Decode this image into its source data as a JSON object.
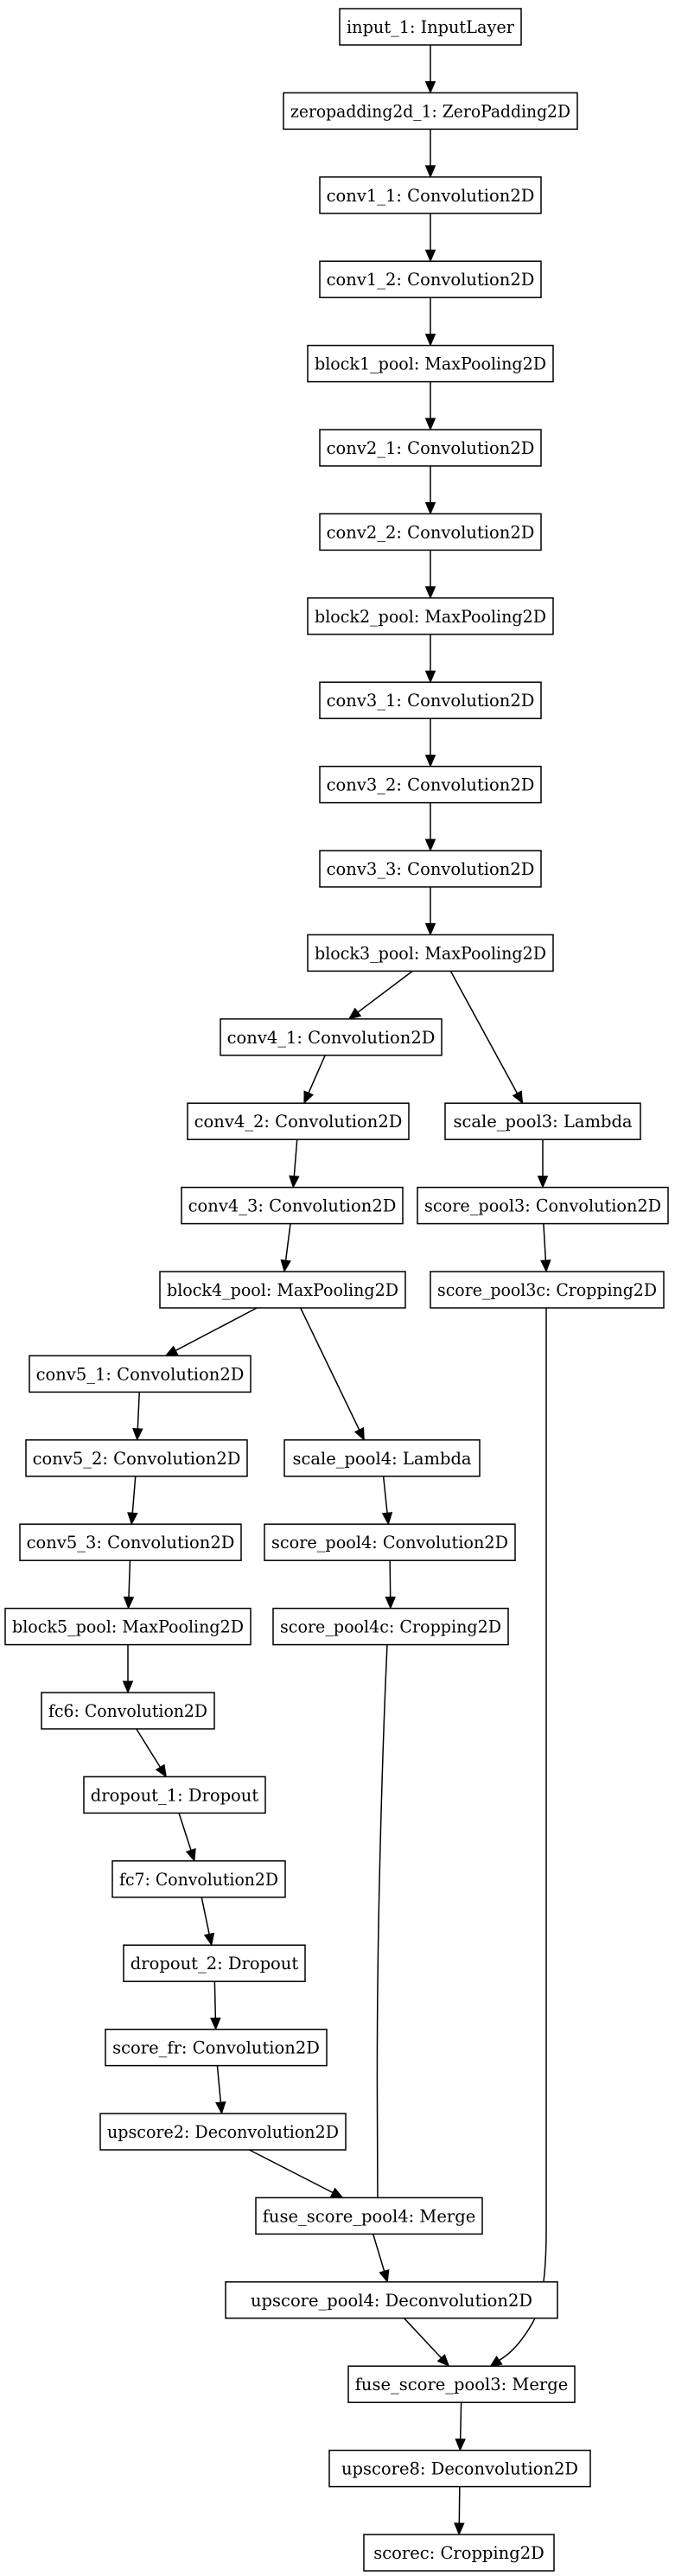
{
  "nodes": {
    "input_1": "input_1: InputLayer",
    "zeropadding2d_1": "zeropadding2d_1: ZeroPadding2D",
    "conv1_1": "conv1_1: Convolution2D",
    "conv1_2": "conv1_2: Convolution2D",
    "block1_pool": "block1_pool: MaxPooling2D",
    "conv2_1": "conv2_1: Convolution2D",
    "conv2_2": "conv2_2: Convolution2D",
    "block2_pool": "block2_pool: MaxPooling2D",
    "conv3_1": "conv3_1: Convolution2D",
    "conv3_2": "conv3_2: Convolution2D",
    "conv3_3": "conv3_3: Convolution2D",
    "block3_pool": "block3_pool: MaxPooling2D",
    "conv4_1": "conv4_1: Convolution2D",
    "conv4_2": "conv4_2: Convolution2D",
    "conv4_3": "conv4_3: Convolution2D",
    "block4_pool": "block4_pool: MaxPooling2D",
    "scale_pool3": "scale_pool3: Lambda",
    "score_pool3": "score_pool3: Convolution2D",
    "score_pool3c": "score_pool3c: Cropping2D",
    "conv5_1": "conv5_1: Convolution2D",
    "conv5_2": "conv5_2: Convolution2D",
    "conv5_3": "conv5_3: Convolution2D",
    "block5_pool": "block5_pool: MaxPooling2D",
    "scale_pool4": "scale_pool4: Lambda",
    "score_pool4": "score_pool4: Convolution2D",
    "score_pool4c": "score_pool4c: Cropping2D",
    "fc6": "fc6: Convolution2D",
    "dropout_1": "dropout_1: Dropout",
    "fc7": "fc7: Convolution2D",
    "dropout_2": "dropout_2: Dropout",
    "score_fr": "score_fr: Convolution2D",
    "upscore2": "upscore2: Deconvolution2D",
    "fuse_score_pool4": "fuse_score_pool4: Merge",
    "upscore_pool4": "upscore_pool4: Deconvolution2D",
    "fuse_score_pool3": "fuse_score_pool3: Merge",
    "upscore8": "upscore8: Deconvolution2D",
    "scorec": "scorec: Cropping2D"
  },
  "edges": [
    [
      "input_1",
      "zeropadding2d_1"
    ],
    [
      "zeropadding2d_1",
      "conv1_1"
    ],
    [
      "conv1_1",
      "conv1_2"
    ],
    [
      "conv1_2",
      "block1_pool"
    ],
    [
      "block1_pool",
      "conv2_1"
    ],
    [
      "conv2_1",
      "conv2_2"
    ],
    [
      "conv2_2",
      "block2_pool"
    ],
    [
      "block2_pool",
      "conv3_1"
    ],
    [
      "conv3_1",
      "conv3_2"
    ],
    [
      "conv3_2",
      "conv3_3"
    ],
    [
      "conv3_3",
      "block3_pool"
    ],
    [
      "block3_pool",
      "conv4_1"
    ],
    [
      "block3_pool",
      "scale_pool3"
    ],
    [
      "conv4_1",
      "conv4_2"
    ],
    [
      "conv4_2",
      "conv4_3"
    ],
    [
      "conv4_3",
      "block4_pool"
    ],
    [
      "scale_pool3",
      "score_pool3"
    ],
    [
      "score_pool3",
      "score_pool3c"
    ],
    [
      "block4_pool",
      "conv5_1"
    ],
    [
      "block4_pool",
      "scale_pool4"
    ],
    [
      "conv5_1",
      "conv5_2"
    ],
    [
      "conv5_2",
      "conv5_3"
    ],
    [
      "conv5_3",
      "block5_pool"
    ],
    [
      "block5_pool",
      "fc6"
    ],
    [
      "scale_pool4",
      "score_pool4"
    ],
    [
      "score_pool4",
      "score_pool4c"
    ],
    [
      "fc6",
      "dropout_1"
    ],
    [
      "dropout_1",
      "fc7"
    ],
    [
      "fc7",
      "dropout_2"
    ],
    [
      "dropout_2",
      "score_fr"
    ],
    [
      "score_fr",
      "upscore2"
    ],
    [
      "upscore2",
      "fuse_score_pool4"
    ],
    [
      "score_pool4c",
      "fuse_score_pool4"
    ],
    [
      "fuse_score_pool4",
      "upscore_pool4"
    ],
    [
      "upscore_pool4",
      "fuse_score_pool3"
    ],
    [
      "score_pool3c",
      "fuse_score_pool3"
    ],
    [
      "fuse_score_pool3",
      "upscore8"
    ],
    [
      "upscore8",
      "scorec"
    ]
  ]
}
